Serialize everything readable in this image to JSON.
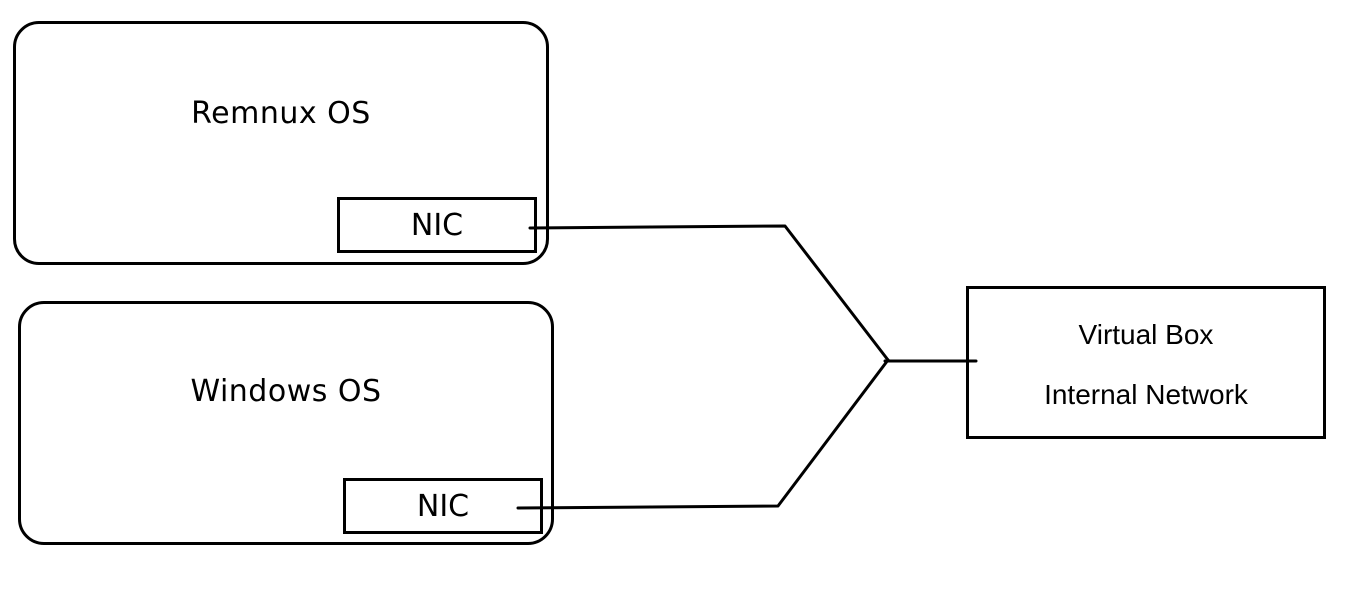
{
  "nodes": {
    "remnux": {
      "title": "Remnux OS",
      "nic_label": "NIC"
    },
    "windows": {
      "title": "Windows OS",
      "nic_label": "NIC"
    },
    "network": {
      "line1": "Virtual Box",
      "line2": "Internal Network"
    }
  }
}
